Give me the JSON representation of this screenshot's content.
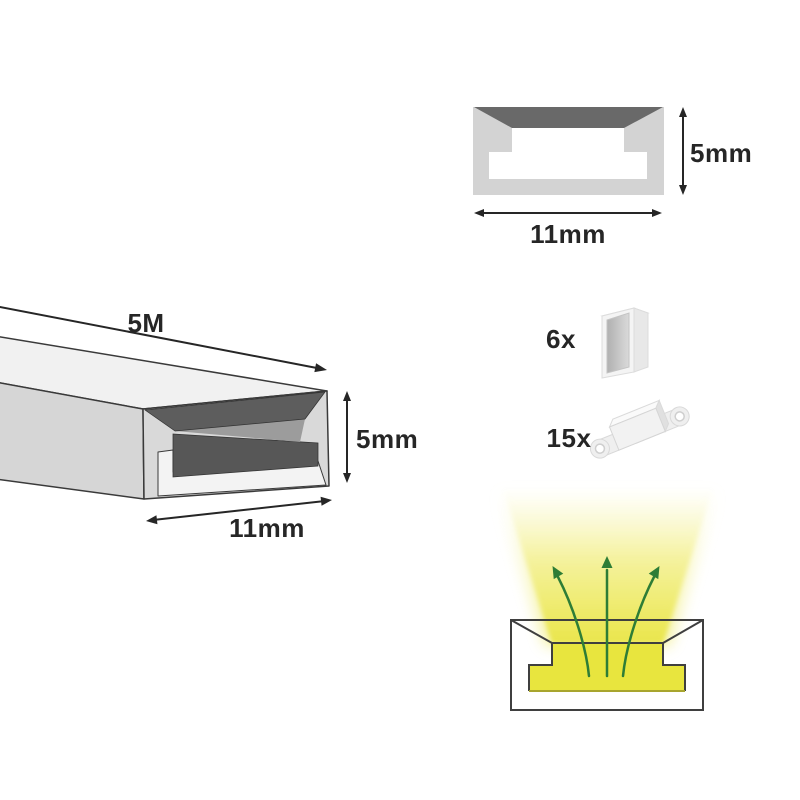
{
  "cross_section": {
    "height_label": "5mm",
    "width_label": "11mm",
    "colors": {
      "body": "#d3d3d3",
      "lens": "#696969",
      "cavity": "#ffffff"
    }
  },
  "strip_3d": {
    "length_label": "5M",
    "height_label": "5mm",
    "width_label": "11mm",
    "colors": {
      "top": "#f1f1f1",
      "front": "#d6d6d6",
      "end": "#d9d9d9",
      "channel_dark": "#5d5d5d",
      "channel_dark2": "#575757",
      "channel_mid": "#9c9c9c",
      "slot": "#f3f3f3",
      "outline": "#3a3a3a"
    }
  },
  "accessories": {
    "endcap_count_label": "6x",
    "clip_count_label": "15x"
  },
  "light_diagram": {
    "colors": {
      "led": "#e8e53e",
      "beam": "#e9e545",
      "beam_edge_line": "#a8a52e",
      "arrow": "#2e7d36",
      "outline": "#3f3f3f"
    }
  },
  "dimension_color": "#262626"
}
